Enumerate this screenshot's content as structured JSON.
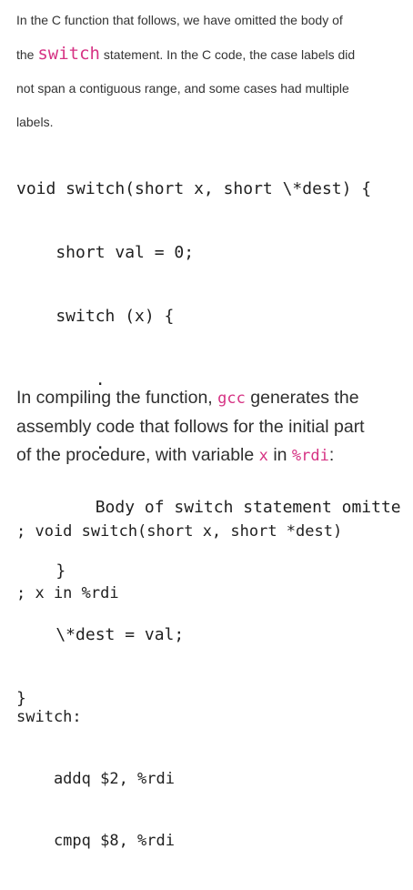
{
  "intro": {
    "l1": "In the C function that follows, we have omitted the body of",
    "l2_pre": "the ",
    "l2_code": "switch",
    "l2_post": " statement. In the C code, the case labels did",
    "l3": "not span a contiguous range, and some cases had multiple",
    "l4": "labels."
  },
  "c_code": {
    "line1": "void switch(short x, short \\*dest) {",
    "line2": "    short val = 0;",
    "line3": "    switch (x) {",
    "line4": "        .",
    "line5": "        .",
    "line6": "        Body of switch statement omitted",
    "line7": "    }",
    "line8": "    \\*dest = val;",
    "line9": "}"
  },
  "para2": {
    "l1_pre": "In compiling the function, ",
    "l1_code": "gcc",
    "l1_post": " generates the",
    "l2": "assembly code that follows for the initial part",
    "l3_pre": "of the procedure, with variable ",
    "l3_code1": "x",
    "l3_mid": " in ",
    "l3_code2": "%rdi",
    "l3_post": ":"
  },
  "asm_code": {
    "line1": "; void switch(short x, short *dest)",
    "line2": "; x in %rdi",
    "line3": "switch:",
    "line4": "    addq $2, %rdi",
    "line5": "    cmpq $8, %rdi"
  }
}
